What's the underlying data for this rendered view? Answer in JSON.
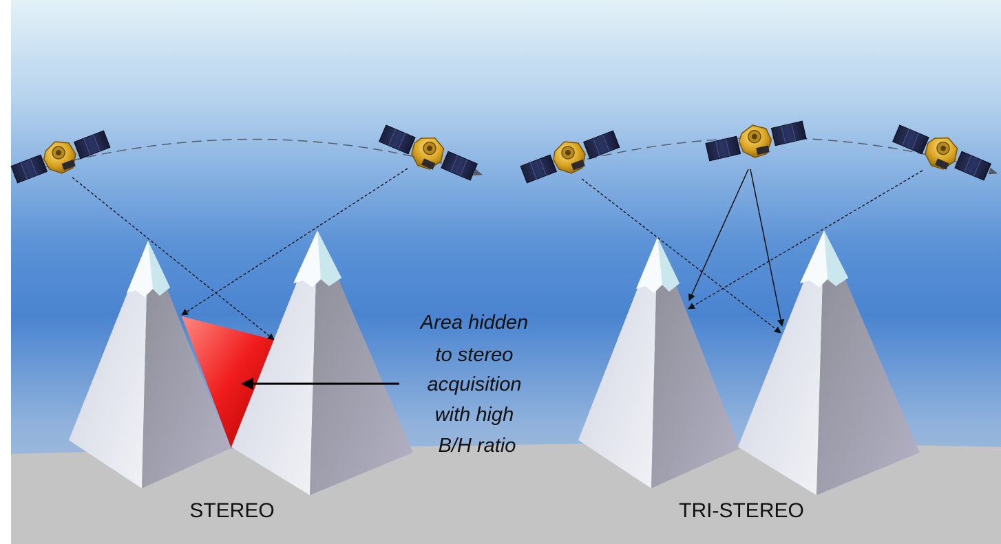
{
  "panels": {
    "stereo": {
      "label": "STEREO"
    },
    "tri_stereo": {
      "label": "TRI-STEREO"
    }
  },
  "annotation": {
    "lines": [
      "Area hidden",
      "to stereo",
      "acquisition",
      "with high",
      "B/H ratio"
    ]
  },
  "colors": {
    "sky_top": "#e3f1f7",
    "sky_mid": "#4f87d2",
    "sky_low": "#a6c2e0",
    "ground": "#c4c4c4",
    "hidden_area": "#e01010",
    "mountain_light": "#e6e8f0",
    "mountain_shade": "#9a9aa6",
    "snow": "#f7fbfd"
  },
  "icons": [
    "satellite-icon",
    "mountain-icon",
    "arrow-icon"
  ]
}
